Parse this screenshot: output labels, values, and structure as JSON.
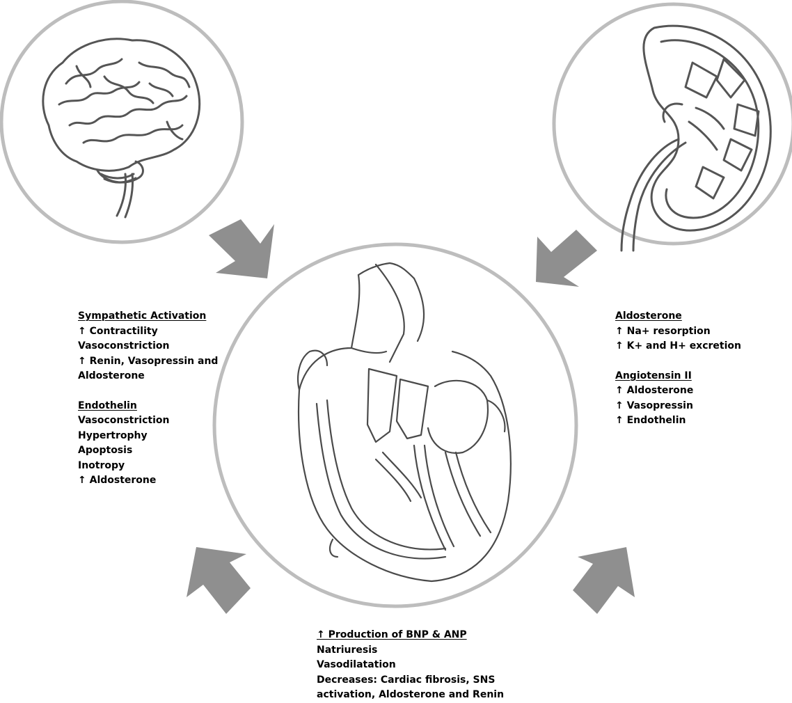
{
  "figure": {
    "icons": {
      "brain": "brain-illustration",
      "kidney": "kidney-illustration",
      "heart": "heart-illustration",
      "arrow": "block-arrow"
    },
    "colors": {
      "ring": "#bdbdbd",
      "arrow": "#8f8f8f",
      "line": "#4a4a4a",
      "text": "#000000"
    }
  },
  "left_panel": {
    "sympathetic": {
      "heading": "Sympathetic  Activation",
      "items": [
        "↑ Contractility",
        "Vasoconstriction",
        "↑ Renin, Vasopressin and",
        "Aldosterone"
      ]
    },
    "endothelin": {
      "heading": "Endothelin",
      "items": [
        "Vasoconstriction",
        "Hypertrophy",
        "Apoptosis",
        "Inotropy",
        "↑ Aldosterone"
      ]
    }
  },
  "right_panel": {
    "aldosterone": {
      "heading": "Aldosterone",
      "items": [
        "↑ Na+ resorption",
        "↑ K+ and H+ excretion"
      ]
    },
    "angiotensin": {
      "heading": "Angiotensin II",
      "items": [
        "↑ Aldosterone",
        "↑ Vasopressin",
        "↑ Endothelin"
      ]
    }
  },
  "bottom_panel": {
    "heading": "↑ Production of BNP & ANP",
    "items": [
      "Natriuresis",
      "Vasodilatation",
      "Decreases: Cardiac fibrosis, SNS",
      "activation, Aldosterone and Renin"
    ]
  }
}
